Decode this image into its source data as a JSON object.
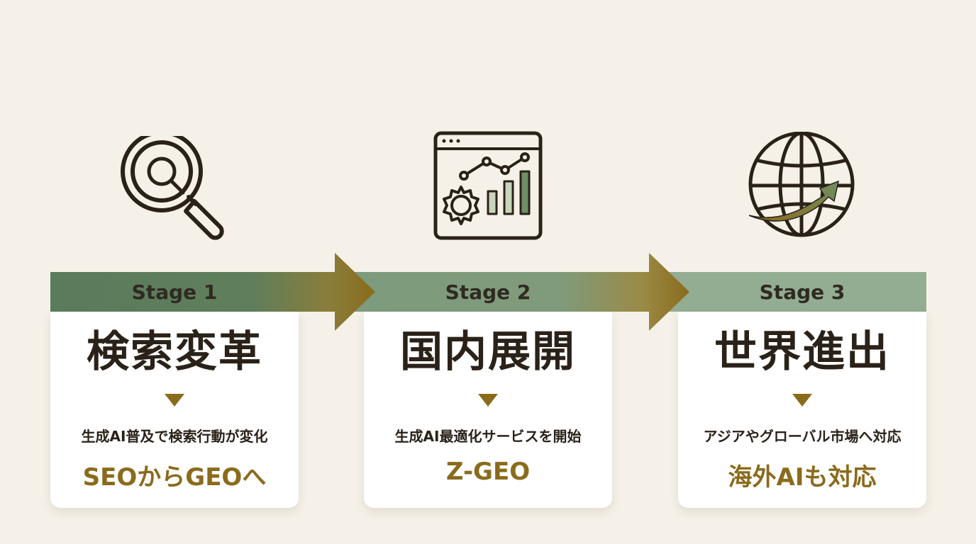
{
  "colors": {
    "background": "#f5f1e8",
    "band_dark_green": "#5a7c5c",
    "band_mid_green": "#7d9b7d",
    "band_light_green": "#93ad93",
    "gold_accent": "#8a6b1c",
    "text_dark": "#2a2219",
    "card": "#ffffff"
  },
  "stages": [
    {
      "label": "Stage 1",
      "title": "検索変革",
      "description": "生成AI普及で検索行動が変化",
      "highlight": "SEOからGEOへ",
      "icon": "magnifier-icon"
    },
    {
      "label": "Stage 2",
      "title": "国内展開",
      "description": "生成AI最適化サービスを開始",
      "highlight": "Z-GEO",
      "icon": "analytics-dashboard-icon"
    },
    {
      "label": "Stage 3",
      "title": "世界進出",
      "description": "アジアやグローバル市場へ対応",
      "highlight": "海外AIも対応",
      "icon": "globe-arrow-icon"
    }
  ]
}
